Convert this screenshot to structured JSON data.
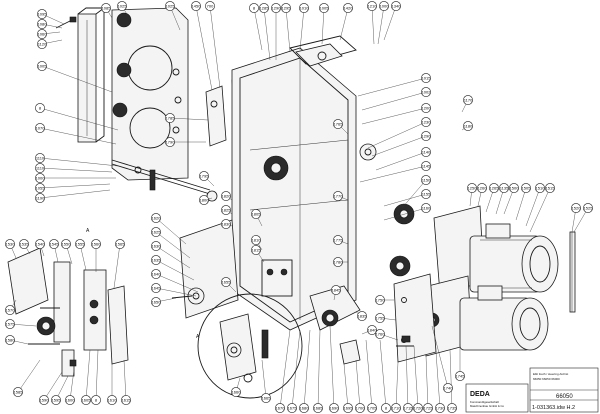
{
  "title_block": {
    "note_line1": "Eltit fouth / steering Aid list",
    "note_line2": "66050 66050 66000",
    "part_no": "66050",
    "drawing_file": "1-031363.idw H.2",
    "brand": "DEDA",
    "maker_line1": "Kommanditgesellschaft",
    "maker_line2": "Maschinenbau GmbH & Co"
  },
  "view_labels": {
    "detail_a1": "A",
    "detail_a2": "A"
  },
  "balloons": [
    {
      "id": "b1",
      "label": "1095"
    },
    {
      "id": "b2",
      "label": "1080"
    },
    {
      "id": "b3",
      "label": "1060"
    },
    {
      "id": "b4",
      "label": "1120"
    },
    {
      "id": "b5",
      "label": "1005"
    },
    {
      "id": "b6",
      "label": "8"
    },
    {
      "id": "b7",
      "label": "1070"
    },
    {
      "id": "b8",
      "label": "1110"
    },
    {
      "id": "b9",
      "label": "1110"
    },
    {
      "id": "b10",
      "label": "1000"
    },
    {
      "id": "b11",
      "label": "1055"
    },
    {
      "id": "b12",
      "label": "1190"
    },
    {
      "id": "b13",
      "label": "1085"
    },
    {
      "id": "b14",
      "label": "1025"
    },
    {
      "id": "b15",
      "label": "1025"
    },
    {
      "id": "b16",
      "label": "1450"
    },
    {
      "id": "b17",
      "label": "700"
    },
    {
      "id": "b18",
      "label": "8"
    },
    {
      "id": "b19",
      "label": "1285"
    },
    {
      "id": "b20",
      "label": "1290"
    },
    {
      "id": "b21",
      "label": "1295"
    },
    {
      "id": "b22",
      "label": "1010"
    },
    {
      "id": "b23",
      "label": "1005"
    },
    {
      "id": "b24",
      "label": "1420"
    },
    {
      "id": "b25",
      "label": "1210"
    },
    {
      "id": "b26",
      "label": "1000"
    },
    {
      "id": "b27",
      "label": "1340"
    },
    {
      "id": "b28",
      "label": "1015"
    },
    {
      "id": "b29",
      "label": "1002"
    },
    {
      "id": "b30",
      "label": "1200"
    },
    {
      "id": "b31",
      "label": "1230"
    },
    {
      "id": "b32",
      "label": "1290"
    },
    {
      "id": "b33",
      "label": "1140"
    },
    {
      "id": "b34",
      "label": "1145"
    },
    {
      "id": "b35",
      "label": "1150"
    },
    {
      "id": "b36",
      "label": "1155"
    },
    {
      "id": "b37",
      "label": "1160"
    },
    {
      "id": "b38",
      "label": "1170"
    },
    {
      "id": "b39",
      "label": "1180"
    },
    {
      "id": "b40",
      "label": "1250"
    },
    {
      "id": "b41",
      "label": "1260"
    },
    {
      "id": "b42",
      "label": "1265"
    },
    {
      "id": "b43",
      "label": "1135"
    },
    {
      "id": "b44",
      "label": "1500"
    },
    {
      "id": "b45",
      "label": "1505"
    },
    {
      "id": "b46",
      "label": "1510"
    },
    {
      "id": "b47",
      "label": "1515"
    },
    {
      "id": "b48",
      "label": "1520"
    },
    {
      "id": "b49",
      "label": "1525"
    },
    {
      "id": "b50",
      "label": "1530"
    },
    {
      "id": "b51",
      "label": "1535"
    },
    {
      "id": "b52",
      "label": "1540"
    },
    {
      "id": "b53",
      "label": "1545"
    },
    {
      "id": "b54",
      "label": "1550"
    },
    {
      "id": "b55",
      "label": "1555"
    },
    {
      "id": "b56",
      "label": "1560"
    },
    {
      "id": "b57",
      "label": "1565"
    },
    {
      "id": "b58",
      "label": "1570"
    },
    {
      "id": "b59",
      "label": "1575"
    },
    {
      "id": "b60",
      "label": "1580"
    },
    {
      "id": "b61",
      "label": "1585"
    },
    {
      "id": "b62",
      "label": "1590"
    },
    {
      "id": "b63",
      "label": "1595"
    },
    {
      "id": "b64",
      "label": "1600"
    },
    {
      "id": "b65",
      "label": "1605"
    },
    {
      "id": "b66",
      "label": "8"
    },
    {
      "id": "b67",
      "label": "1610"
    },
    {
      "id": "b68",
      "label": "1615"
    },
    {
      "id": "b69",
      "label": "1620"
    },
    {
      "id": "b70",
      "label": "1625"
    },
    {
      "id": "b71",
      "label": "1630"
    },
    {
      "id": "b72",
      "label": "1635"
    },
    {
      "id": "b73",
      "label": "1640"
    },
    {
      "id": "b74",
      "label": "1645"
    },
    {
      "id": "b75",
      "label": "1650"
    },
    {
      "id": "b76",
      "label": "1655"
    },
    {
      "id": "b77",
      "label": "1660"
    },
    {
      "id": "b78",
      "label": "1665"
    },
    {
      "id": "b79",
      "label": "1670"
    },
    {
      "id": "b80",
      "label": "1675"
    },
    {
      "id": "b81",
      "label": "1680"
    },
    {
      "id": "b82",
      "label": "1685"
    },
    {
      "id": "b83",
      "label": "1690"
    },
    {
      "id": "b84",
      "label": "1695"
    },
    {
      "id": "b85",
      "label": "1700"
    },
    {
      "id": "b86",
      "label": "1705"
    },
    {
      "id": "b87",
      "label": "8"
    },
    {
      "id": "b88",
      "label": "1710"
    },
    {
      "id": "b89",
      "label": "1715"
    },
    {
      "id": "b90",
      "label": "1720"
    },
    {
      "id": "b91",
      "label": "1725"
    },
    {
      "id": "b92",
      "label": "1730"
    },
    {
      "id": "b93",
      "label": "1735"
    },
    {
      "id": "b94",
      "label": "1740"
    },
    {
      "id": "b95",
      "label": "1745"
    },
    {
      "id": "b96",
      "label": "1750"
    },
    {
      "id": "b97",
      "label": "1755"
    },
    {
      "id": "b98",
      "label": "1760"
    },
    {
      "id": "b99",
      "label": "1765"
    },
    {
      "id": "b100",
      "label": "1770"
    },
    {
      "id": "b101",
      "label": "1775"
    },
    {
      "id": "b102",
      "label": "1780"
    },
    {
      "id": "b103",
      "label": "1785"
    },
    {
      "id": "b104",
      "label": "1790"
    },
    {
      "id": "b105",
      "label": "1795"
    },
    {
      "id": "b106",
      "label": "1800"
    },
    {
      "id": "b107",
      "label": "1805"
    },
    {
      "id": "b108",
      "label": "1810"
    },
    {
      "id": "b109",
      "label": "1815"
    },
    {
      "id": "b110",
      "label": "1820"
    },
    {
      "id": "b111",
      "label": "1825"
    },
    {
      "id": "b112",
      "label": "1830"
    },
    {
      "id": "b113",
      "label": "1835"
    },
    {
      "id": "b114",
      "label": "1840"
    },
    {
      "id": "b115",
      "label": "1845"
    }
  ]
}
